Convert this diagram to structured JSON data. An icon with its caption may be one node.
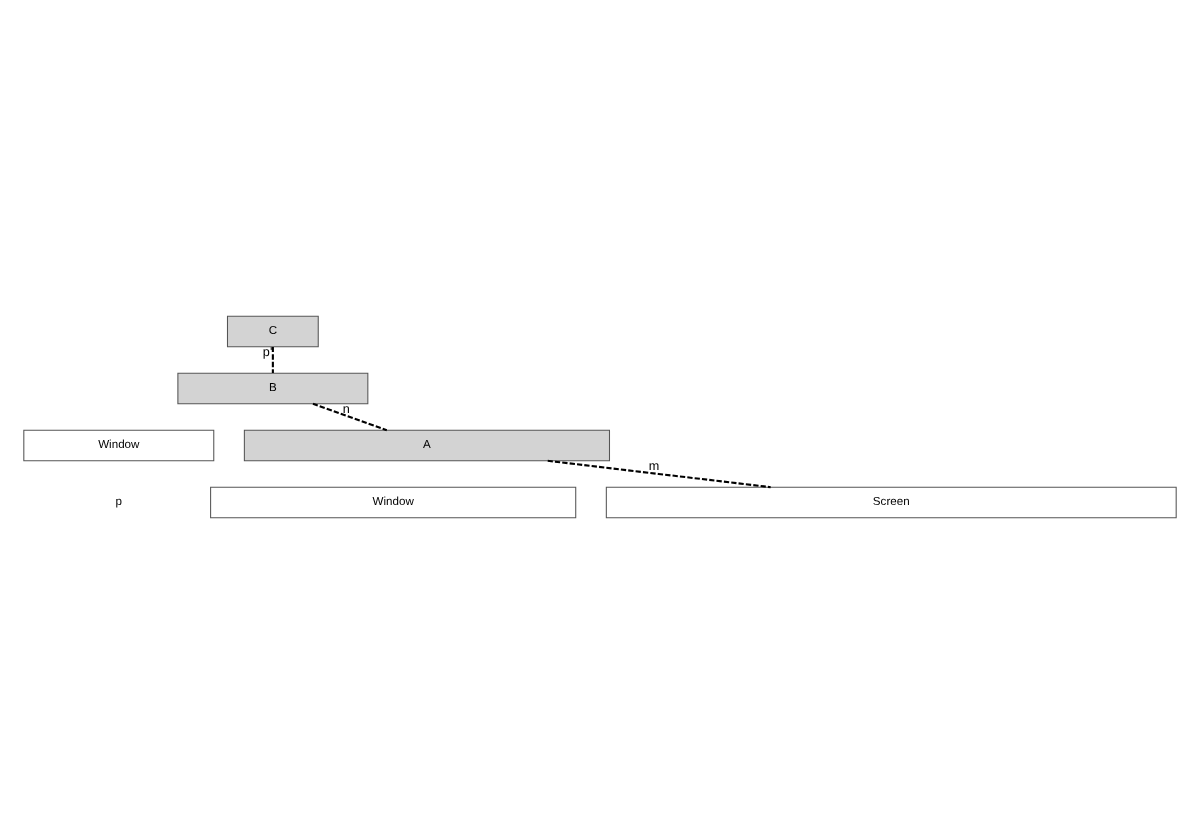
{
  "diagram": {
    "nodes": [
      {
        "text": [
          "C"
        ]
      },
      {
        "text": [
          "B"
        ]
      },
      {
        "text": [
          "Window"
        ]
      },
      {
        "text": [
          "A"
        ]
      },
      {
        "text": [
          "Window"
        ]
      },
      {
        "text": [
          "Screen"
        ]
      }
    ],
    "edges": [
      {
        "from": 0,
        "to": 1,
        "arrow": "none",
        "label": "p'",
        "style": "dashed"
      },
      {
        "from": 1,
        "to": 3,
        "arrow": "none",
        "label": "n",
        "style": "dashed"
      },
      {
        "from": 3,
        "to": 5,
        "arrow": "none",
        "label": "m",
        "style": "dashed"
      }
    ],
    "labels": [
      "p"
    ]
  }
}
